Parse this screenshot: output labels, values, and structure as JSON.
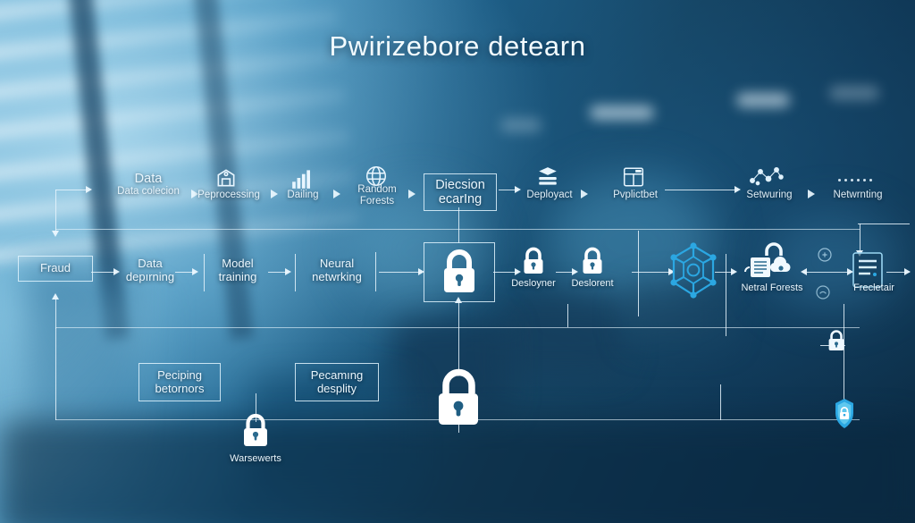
{
  "header": {
    "title": "Pwirizebore detearn"
  },
  "diagram": {
    "pipeline_top": [
      {
        "id": "data-collection",
        "title": "Data",
        "sub": "Data colecion",
        "icon": "none"
      },
      {
        "id": "preprocessing",
        "title": "",
        "sub": "Peprocessing",
        "icon": "warehouse-icon"
      },
      {
        "id": "dailing",
        "title": "",
        "sub": "Dailing",
        "icon": "bar-chart-icon"
      },
      {
        "id": "random-forests",
        "title": "Random",
        "sub": "Forests",
        "icon": "globe-icon"
      },
      {
        "id": "decision-learning",
        "title": "Diecsion",
        "sub": "ecarIng",
        "icon": "none",
        "boxed": true
      },
      {
        "id": "deployact",
        "title": "",
        "sub": "Deployact",
        "icon": "layers-icon"
      },
      {
        "id": "pvplictbet",
        "title": "",
        "sub": "Pvplictbet",
        "icon": "window-table-icon"
      },
      {
        "id": "setwuring",
        "title": "",
        "sub": "Setwuring",
        "icon": "network-graph-icon"
      },
      {
        "id": "netwrnting",
        "title": "",
        "sub": "Netwrnting",
        "icon": "dotted-line-icon"
      }
    ],
    "pipeline_middle": [
      {
        "id": "fraud",
        "title": "Fraud",
        "sub": "",
        "icon": "none",
        "boxed": true
      },
      {
        "id": "data-deepening",
        "title": "Data",
        "sub": "depırning",
        "icon": "none"
      },
      {
        "id": "model-training",
        "title": "Model",
        "sub": "training",
        "icon": "none"
      },
      {
        "id": "neural-networking",
        "title": "Neural",
        "sub": "netwrking",
        "icon": "none"
      },
      {
        "id": "secure-lock",
        "title": "",
        "sub": "",
        "icon": "padlock-large-icon",
        "boxed": true
      },
      {
        "id": "desloyner",
        "title": "",
        "sub": "Desloyner",
        "icon": "padlock-icon"
      },
      {
        "id": "deslorent",
        "title": "",
        "sub": "Deslorent",
        "icon": "padlock-icon"
      },
      {
        "id": "network-hex",
        "title": "",
        "sub": "",
        "icon": "hex-network-icon"
      },
      {
        "id": "netral-forests",
        "title": "",
        "sub": "Netral Forests",
        "icon": "cloud-docs-lock-icon"
      },
      {
        "id": "frecletair",
        "title": "",
        "sub": "Frecletair",
        "icon": "document-icon"
      }
    ],
    "pipeline_bottom": [
      {
        "id": "peciping-betornors",
        "title": "Peciping",
        "sub": "betornors",
        "icon": "none",
        "boxed": true
      },
      {
        "id": "pecaming-desplity",
        "title": "Pecamıng",
        "sub": "desplity",
        "icon": "none",
        "boxed": true
      },
      {
        "id": "center-lock",
        "title": "",
        "sub": "",
        "icon": "padlock-large-icon"
      },
      {
        "id": "warsewerts",
        "title": "",
        "sub": "Warsewerts",
        "icon": "padlock-icon"
      },
      {
        "id": "small-lock",
        "title": "",
        "sub": "",
        "icon": "padlock-small-icon"
      },
      {
        "id": "shield-badge",
        "title": "",
        "sub": "",
        "icon": "shield-lock-icon"
      }
    ]
  },
  "colors": {
    "accent_cyan": "#29a8e0",
    "accent_light": "#7fd4f2",
    "line": "#e7f5fd",
    "text": "#eaf6fd",
    "bg_dark": "#0b2a42",
    "bg_light": "#9fd0e8"
  }
}
